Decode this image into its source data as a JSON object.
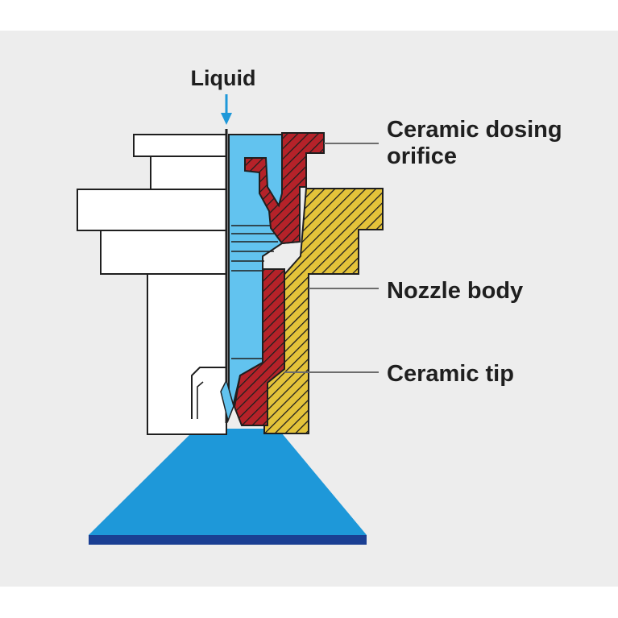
{
  "labels": {
    "liquid": "Liquid",
    "ceramic_dosing_orifice_line1": "Ceramic dosing",
    "ceramic_dosing_orifice_line2": "orifice",
    "nozzle_body": "Nozzle body",
    "ceramic_tip": "Ceramic tip"
  },
  "colors": {
    "background": "#ededed",
    "liquid": "#62c3ef",
    "spray": "#1e98d9",
    "spray_edge": "#1a3f93",
    "ceramic": "#b52229",
    "nozzle_body": "#e4c33a",
    "outline": "#1f1f1f",
    "leader_line": "#6d6d6d"
  }
}
